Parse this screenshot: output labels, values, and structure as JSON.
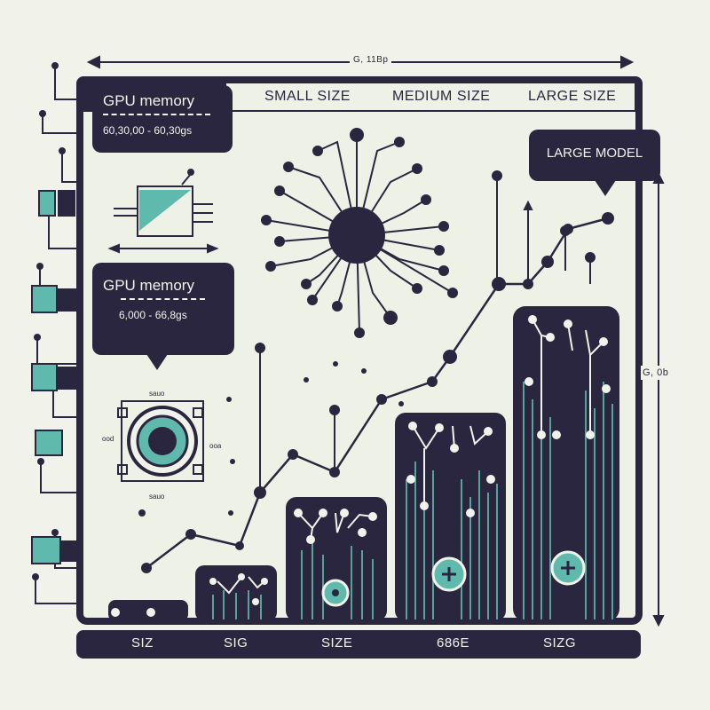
{
  "top_dimension_label": "G, 11Bp",
  "side_dimension_label": "G, 0b",
  "headers": {
    "small": "SMALL SIZE",
    "medium": "MEDIUM SIZE",
    "large": "LARGE SIZE"
  },
  "bubble_top": {
    "title": "GPU memory",
    "range": "60,30,00 - 60,30gs"
  },
  "bubble_mid": {
    "title": "GPU memory",
    "range": "6,000 - 66,8gs"
  },
  "bubble_large_model": {
    "title": "LARGE MODEL"
  },
  "footer_labels": [
    "SIZ",
    "SIG",
    "SIZE",
    "686E",
    "SIZG"
  ],
  "chip_tiny_labels": {
    "top": "sauo",
    "bottom": "sauo",
    "left": "ood",
    "right": "ooa"
  },
  "colors": {
    "ink": "#2b2640",
    "teal": "#5fb9ad",
    "bg": "#f1f3ea",
    "frame_fill": "#eef1e6"
  }
}
